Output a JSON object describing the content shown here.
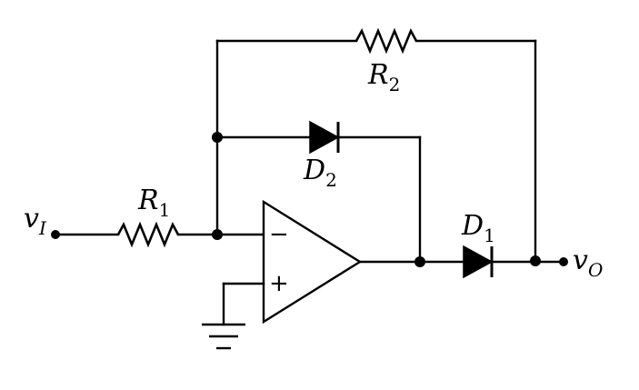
{
  "labels": {
    "input": {
      "main": "v",
      "sub": "I"
    },
    "output": {
      "main": "v",
      "sub": "O"
    },
    "r1": {
      "main": "R",
      "sub": "1"
    },
    "r2": {
      "main": "R",
      "sub": "2"
    },
    "d1": {
      "main": "D",
      "sub": "1"
    },
    "d2": {
      "main": "D",
      "sub": "2"
    },
    "inverting": "−",
    "noninverting": "+"
  }
}
